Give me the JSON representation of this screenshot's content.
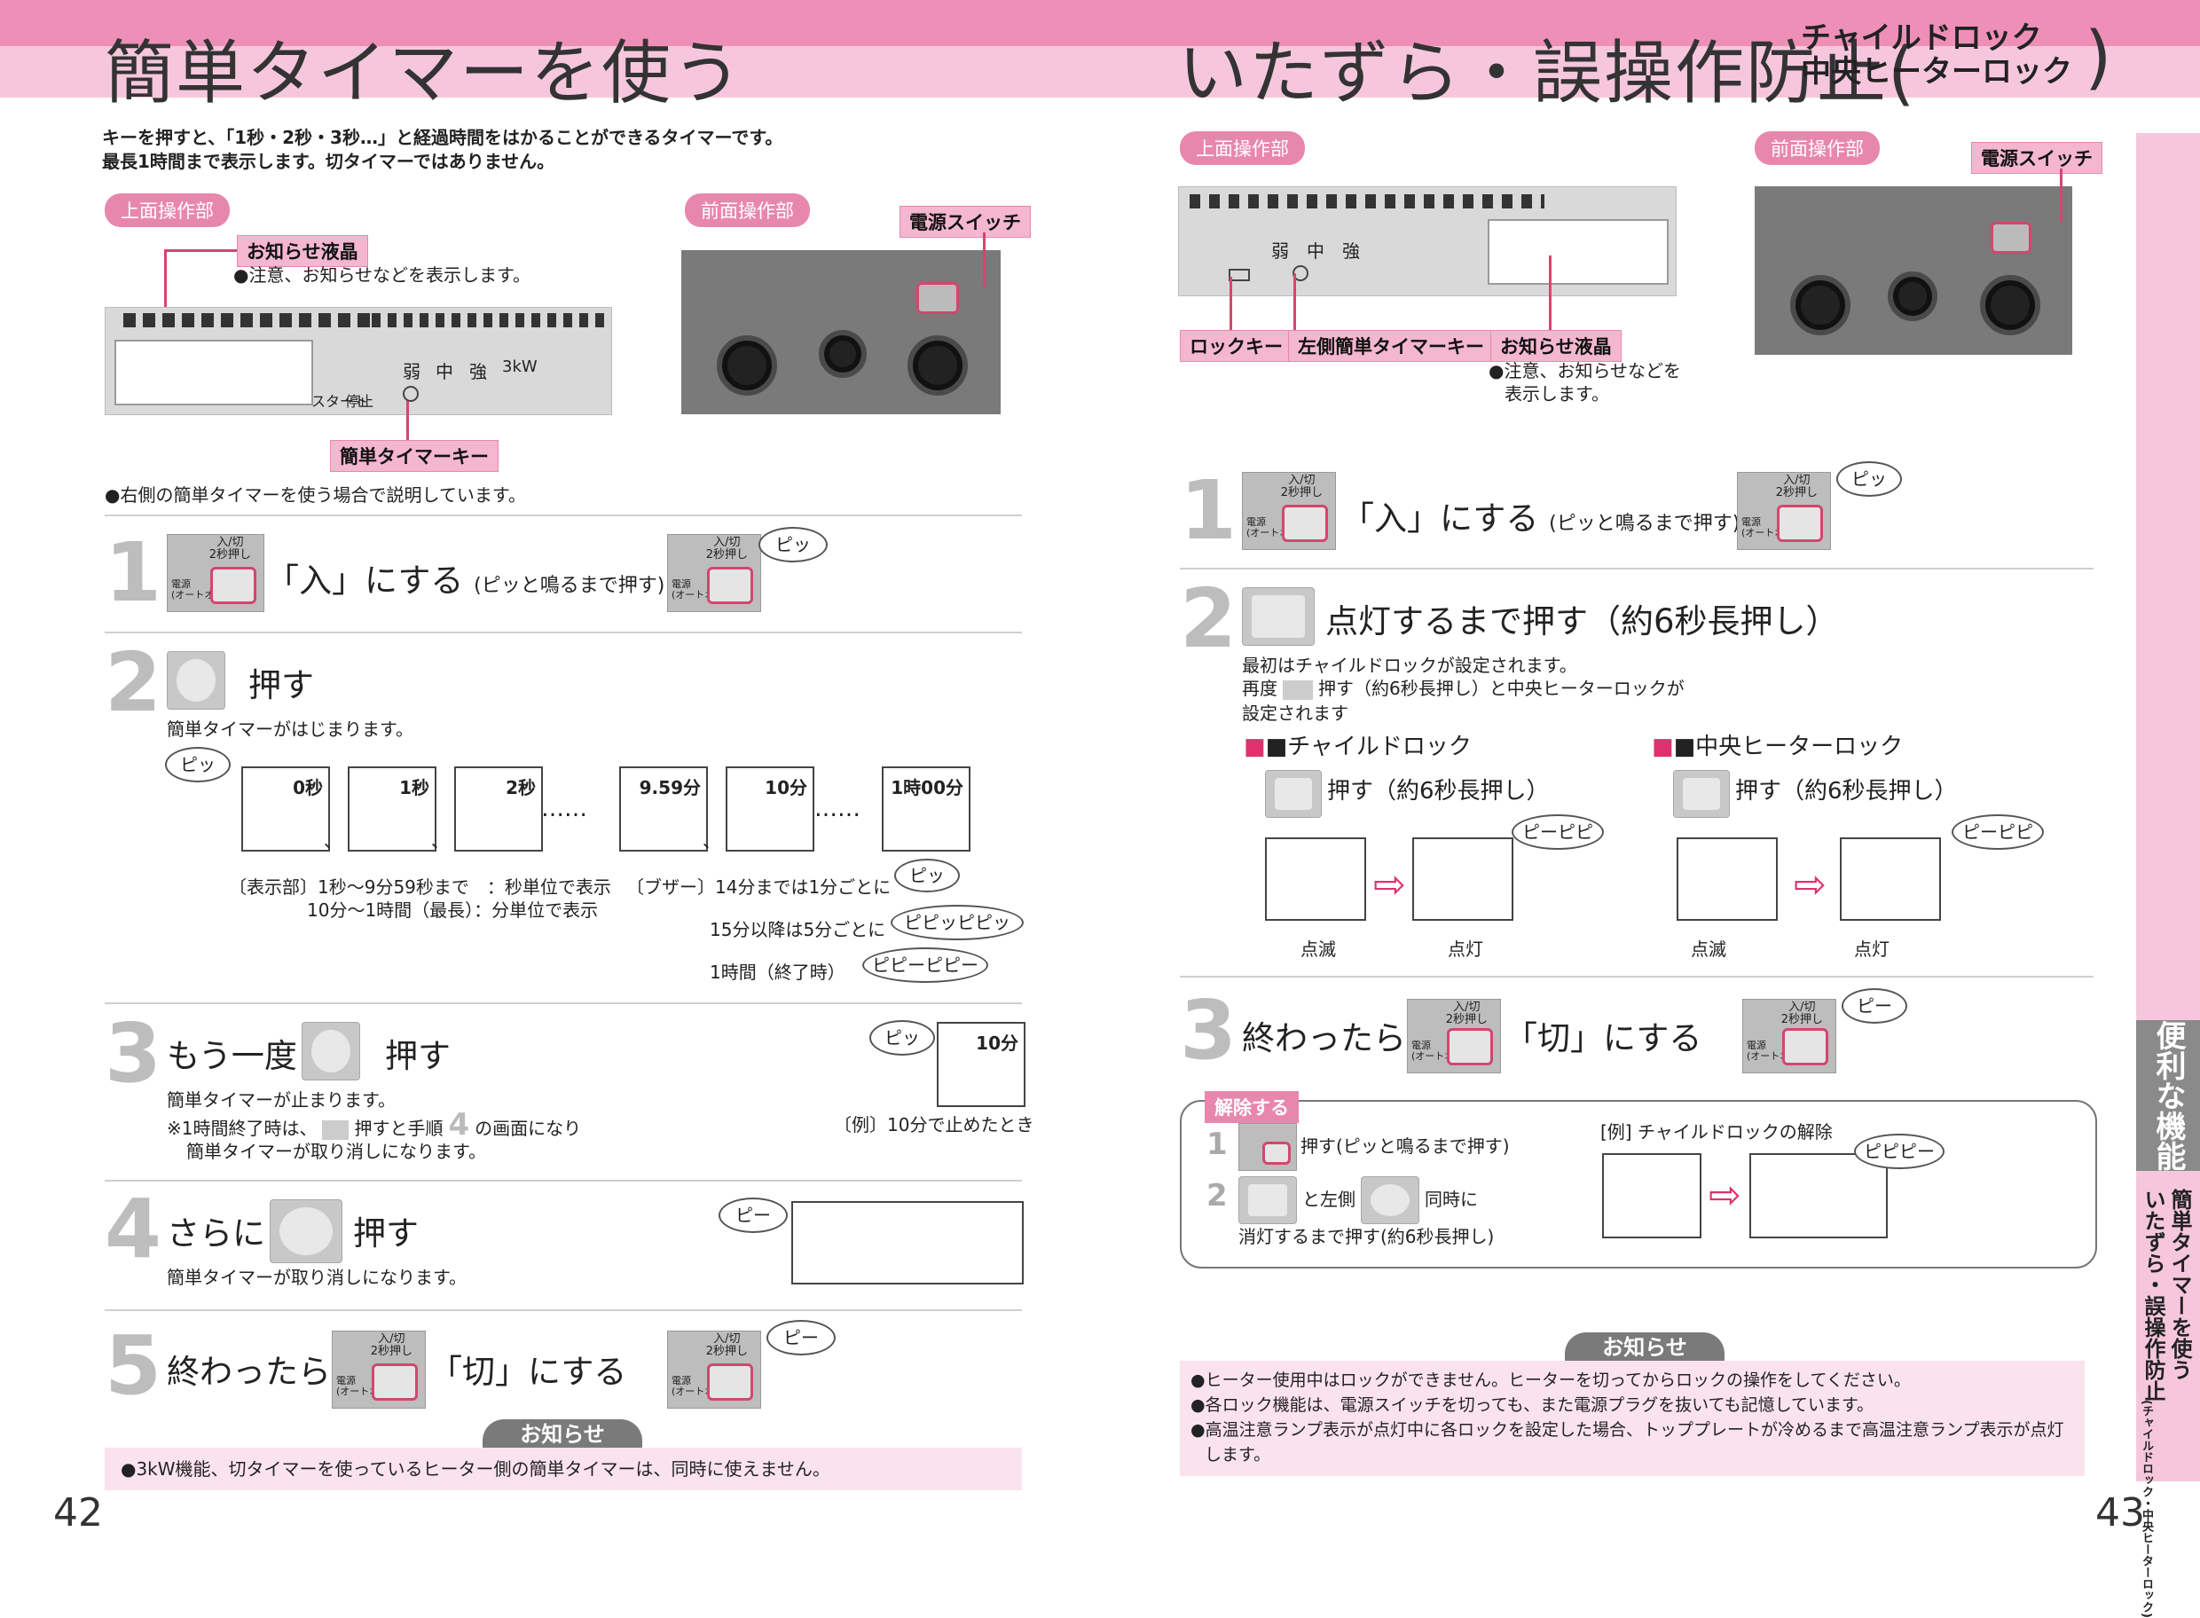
{
  "left": {
    "title": "簡単タイマーを使う",
    "intro1": "キーを押すと、「1秒・2秒・3秒…」と経過時間をはかることができるタイマーです。",
    "intro2": "最長1時間まで表示します。切タイマーではありません。",
    "pill_top": "上面操作部",
    "pill_front": "前面操作部",
    "tag_lcd": "お知らせ液晶",
    "tag_lcd_note": "●注意、お知らせなどを表示します。",
    "tag_power": "電源スイッチ",
    "tag_timer_key": "簡単タイマーキー",
    "panel_levels": [
      "弱",
      "中",
      "強",
      "3kW"
    ],
    "panel_start": "スタート",
    "panel_stop": "停止",
    "note_right": "●右側の簡単タイマーを使う場合で説明しています。",
    "step1": {
      "num": "1",
      "text": "「入」にする",
      "sub": "(ピッと鳴るまで押す)",
      "bubble": "ピッ"
    },
    "step2": {
      "num": "2",
      "text": "押す",
      "desc": "簡単タイマーがはじまります。",
      "bubble": "ピッ",
      "displays": [
        "0秒",
        "1秒",
        "2秒",
        "9.59分",
        "10分",
        "1時00分"
      ],
      "sep": "、",
      "dots": "……",
      "info1": "〔表示部〕1秒～9分59秒まで　：秒単位で表示",
      "info2": "10分～1時間（最長）：分単位で表示",
      "buzzer1": "〔ブザー〕14分までは1分ごとに",
      "buzzer2": "15分以降は5分ごとに",
      "buzzer3": "1時間（終了時）",
      "b1": "ピッ",
      "b2": "ピピッピピッ",
      "b3": "ピピーピピー"
    },
    "step3": {
      "num": "3",
      "text_a": "もう一度",
      "text_b": "押す",
      "desc1": "簡単タイマーが止まります。",
      "desc2a": "※1時間終了時は、",
      "desc2b": "押すと手順",
      "desc2c": "4",
      "desc2d": "の画面になり",
      "desc3": "簡単タイマーが取り消しになります。",
      "bubble": "ピッ",
      "example": "〔例〕10分で止めたとき",
      "disp": "10分"
    },
    "step4": {
      "num": "4",
      "text_a": "さらに",
      "text_b": "押す",
      "desc": "簡単タイマーが取り消しになります。",
      "bubble": "ピー"
    },
    "step5": {
      "num": "5",
      "text_a": "終わったら",
      "text_b": "「切」にする",
      "bubble": "ピー"
    },
    "notice_head": "お知らせ",
    "notice_text": "●3kW機能、切タイマーを使っているヒーター側の簡単タイマーは、同時に使えません。",
    "page": "42"
  },
  "right": {
    "title": "いたずら・誤操作防止(",
    "title_sub1": "チャイルドロック",
    "title_sub2": "中央ヒーターロック",
    "title_close": ")",
    "pill_top": "上面操作部",
    "pill_front": "前面操作部",
    "tag_power": "電源スイッチ",
    "tag_lock": "ロックキー",
    "tag_left_timer": "左側簡単タイマーキー",
    "tag_lcd": "お知らせ液晶",
    "lcd_note1": "●注意、お知らせなどを",
    "lcd_note2": "表示します。",
    "panel_levels": [
      "弱",
      "中",
      "強"
    ],
    "step1": {
      "num": "1",
      "text": "「入」にする",
      "sub": "(ピッと鳴るまで押す)",
      "bubble": "ピッ"
    },
    "step2": {
      "num": "2",
      "text": "点灯するまで押す（約6秒長押し）",
      "desc1": "最初はチャイルドロックが設定されます。",
      "desc2a": "再度",
      "desc2b": "押す（約6秒長押し）と中央ヒーターロックが",
      "desc3": "設定されます",
      "child_head": "■チャイルドロック",
      "center_head": "■中央ヒーターロック",
      "press": "押す（約6秒長押し）",
      "blink": "点滅",
      "lit": "点灯",
      "bubble": "ピーピピ"
    },
    "step3": {
      "num": "3",
      "text_a": "終わったら",
      "text_b": "「切」にする",
      "bubble": "ピー"
    },
    "release": {
      "head": "解除する",
      "r1num": "1",
      "r1": "押す(ピッと鳴るまで押す)",
      "r2num": "2",
      "r2a": "と左側",
      "r2b": "同時に",
      "r3": "消灯するまで押す(約6秒長押し)",
      "example": "[例] チャイルドロックの解除",
      "bubble": "ピピピー"
    },
    "notice_head": "お知らせ",
    "notice1": "●ヒーター使用中はロックができません。ヒーターを切ってからロックの操作をしてください。",
    "notice2": "●各ロック機能は、電源スイッチを切っても、また電源プラグを抜いても記憶しています。",
    "notice3a": "●高温注意ランプ表示が点灯中に各ロックを設定した場合、トッププレートが冷めるまで高温注意ランプ表示が点灯",
    "notice3b": "します。",
    "side_tab": "便利な機能",
    "side_text1": "簡単タイマーを使う",
    "side_text2": "いたずら・誤操作防止",
    "side_text3": "(チャイルドロック・中央ヒーターロック)",
    "page": "43"
  },
  "key": {
    "on_off": "入/切",
    "hold": "2秒押し",
    "power": "電源",
    "auto_off": "(オートオフ)"
  },
  "colors": {
    "accent": "#e887ad",
    "band": "#ee8fb7",
    "header": "#f6c7dc",
    "led": "#d2476f",
    "notice": "#fbe3ee"
  }
}
